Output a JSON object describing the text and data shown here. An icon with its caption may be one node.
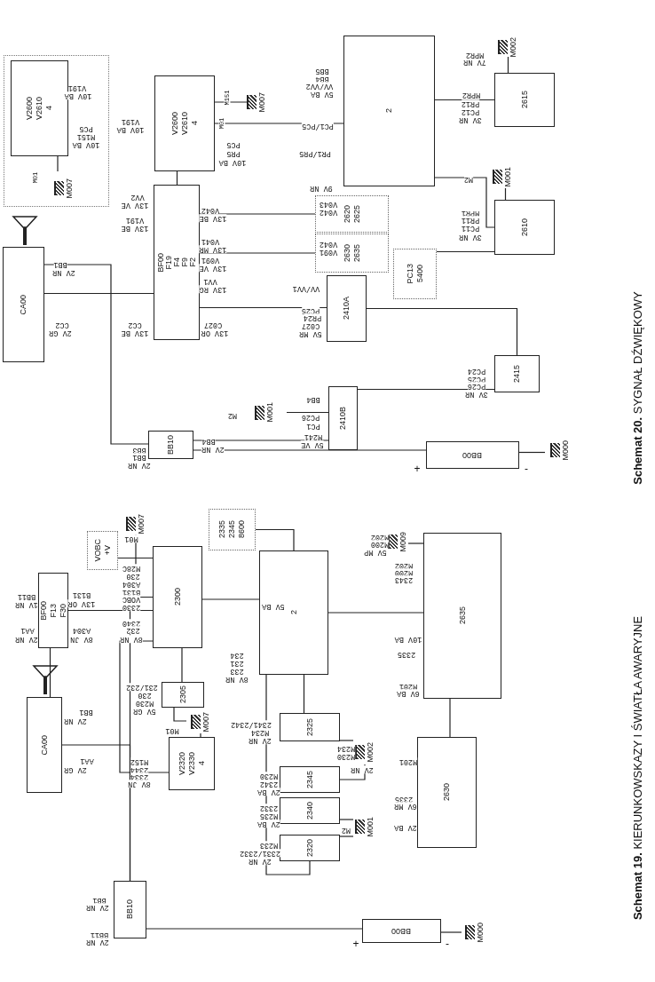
{
  "diagram": {
    "nodes": [
      {
        "text": [
          "V2600",
          "V2610",
          "4"
        ]
      },
      {
        "text": [
          "M007"
        ]
      },
      {
        "text": [
          "V2600",
          "V2610",
          "4"
        ]
      },
      {
        "text": [
          "M007"
        ]
      },
      {
        "text": [
          "2"
        ]
      },
      {
        "text": [
          "M002"
        ]
      },
      {
        "text": [
          "2615"
        ]
      },
      {
        "text": [
          "M001"
        ]
      },
      {
        "text": [
          "2610"
        ]
      },
      {
        "text": [
          "CA00"
        ]
      },
      {
        "text": [
          "BF00",
          "F19",
          "F4",
          "F9",
          "F2"
        ]
      },
      {
        "text": [
          "2620",
          "2625"
        ]
      },
      {
        "text": [
          "2630",
          "2635"
        ]
      },
      {
        "text": [
          "PC13",
          "5400"
        ]
      },
      {
        "text": [
          "2410A"
        ]
      },
      {
        "text": [
          "2410B"
        ]
      },
      {
        "text": [
          "M001"
        ]
      },
      {
        "text": [
          "2415"
        ]
      },
      {
        "text": [
          "BB10"
        ]
      },
      {
        "text": [
          "BB00"
        ],
        "beside": [
          "+",
          "-"
        ]
      },
      {
        "text": [
          "M000"
        ]
      },
      {
        "text": [
          "BF00",
          "F13",
          "F30"
        ]
      },
      {
        "text": [
          "M007"
        ]
      },
      {
        "text": [
          "VOBC",
          "+V"
        ]
      },
      {
        "text": [
          "2300"
        ]
      },
      {
        "text": [
          "2335",
          "2345",
          "8600"
        ]
      },
      {
        "text": [
          "2"
        ]
      },
      {
        "text": [
          "2635"
        ]
      },
      {
        "text": [
          "M009"
        ]
      },
      {
        "text": [
          "2305"
        ]
      },
      {
        "text": [
          "M007"
        ]
      },
      {
        "text": [
          "CA00"
        ]
      },
      {
        "text": [
          "V2320",
          "V2330",
          "4"
        ]
      },
      {
        "text": [
          "2325"
        ]
      },
      {
        "text": [
          "2345"
        ]
      },
      {
        "text": [
          "2340"
        ]
      },
      {
        "text": [
          "2320"
        ]
      },
      {
        "text": [
          "M002"
        ]
      },
      {
        "text": [
          "M001"
        ]
      },
      {
        "text": [
          "2630"
        ]
      },
      {
        "text": [
          "BB10"
        ]
      },
      {
        "text": [
          "BB00"
        ],
        "beside": [
          "+",
          "-"
        ]
      },
      {
        "text": [
          "M000"
        ]
      }
    ],
    "edges": [
      {
        "from": 0,
        "to": 1,
        "arrow": "none"
      },
      {
        "from": 2,
        "to": 3,
        "arrow": "none"
      },
      {
        "from": 2,
        "to": 10,
        "arrow": "none"
      },
      {
        "from": 9,
        "to": 10,
        "arrow": "none"
      },
      {
        "from": 9,
        "to": 18,
        "arrow": "none"
      },
      {
        "from": 10,
        "to": 14,
        "arrow": "none"
      },
      {
        "from": 10,
        "to": 11,
        "arrow": "none"
      },
      {
        "from": 10,
        "to": 12,
        "arrow": "none"
      },
      {
        "from": 18,
        "to": 15,
        "arrow": "none"
      },
      {
        "from": 18,
        "to": 19,
        "arrow": "none"
      },
      {
        "from": 19,
        "to": 20,
        "arrow": "none"
      },
      {
        "from": 15,
        "to": 16,
        "arrow": "none"
      },
      {
        "from": 15,
        "to": 17,
        "arrow": "none"
      },
      {
        "from": 14,
        "to": 17,
        "arrow": "none"
      },
      {
        "from": 4,
        "to": 2,
        "arrow": "none"
      },
      {
        "from": 4,
        "to": 6,
        "arrow": "none"
      },
      {
        "from": 4,
        "to": 8,
        "arrow": "none"
      },
      {
        "from": 6,
        "to": 5,
        "arrow": "none"
      },
      {
        "from": 8,
        "to": 7,
        "arrow": "none"
      },
      {
        "from": 13,
        "to": 8,
        "arrow": "none"
      },
      {
        "from": 21,
        "to": 31,
        "arrow": "none"
      },
      {
        "from": 31,
        "to": 40,
        "arrow": "none"
      },
      {
        "from": 21,
        "to": 40,
        "arrow": "none"
      },
      {
        "from": 40,
        "to": 41,
        "arrow": "none"
      },
      {
        "from": 41,
        "to": 42,
        "arrow": "none"
      },
      {
        "from": 21,
        "to": 24,
        "arrow": "none"
      },
      {
        "from": 24,
        "to": 22,
        "arrow": "none"
      },
      {
        "from": 23,
        "to": 24,
        "arrow": "none"
      },
      {
        "from": 24,
        "to": 29,
        "arrow": "none"
      },
      {
        "from": 29,
        "to": 30,
        "arrow": "none"
      },
      {
        "from": 32,
        "to": 30,
        "arrow": "none"
      },
      {
        "from": 24,
        "to": 32,
        "arrow": "none"
      },
      {
        "from": 24,
        "to": 26,
        "arrow": "none"
      },
      {
        "from": 26,
        "to": 33,
        "arrow": "none"
      },
      {
        "from": 26,
        "to": 36,
        "arrow": "none"
      },
      {
        "from": 33,
        "to": 37,
        "arrow": "none"
      },
      {
        "from": 34,
        "to": 37,
        "arrow": "none"
      },
      {
        "from": 35,
        "to": 38,
        "arrow": "none"
      },
      {
        "from": 36,
        "to": 38,
        "arrow": "none"
      },
      {
        "from": 26,
        "to": 27,
        "arrow": "none"
      },
      {
        "from": 27,
        "to": 28,
        "arrow": "none"
      },
      {
        "from": 27,
        "to": 39,
        "arrow": "none"
      },
      {
        "from": 25,
        "to": 26,
        "arrow": "none"
      }
    ],
    "labels": [
      "**Schemat 20.** SYGNAŁ DŹWIĘKOWY",
      "**Schemat 19.** KIERUNKOWSKAZY I ŚWIATŁA AWARYJNE",
      "V191",
      "10V BA",
      "PC5",
      "M151",
      "10V BA",
      "M01",
      "V191",
      "10V BA",
      "M151",
      "M01",
      "PC5",
      "PR5",
      "10V BA",
      "BB5",
      "BB4",
      "VV/VV2",
      "5V BA",
      "PC1/PC5",
      "PR1/PR5",
      "9V NR",
      "7V NR",
      "MPR2",
      "MPR2",
      "PR12",
      "PC12",
      "3V NR",
      "M2",
      "MPR1",
      "PR11",
      "PC11",
      "3V NR",
      "VV2",
      "13V VE",
      "V191",
      "13V BE",
      "V042",
      "13V BE",
      "V041",
      "13V MR",
      "V091",
      "13V VE",
      "VV1",
      "13V RG",
      "V043",
      "V042",
      "V042",
      "V091",
      "BB1",
      "2V NR",
      "CC2",
      "2V GR",
      "CC2",
      "13V BE",
      "C027",
      "13V OR",
      "VV/VV1",
      "PC25",
      "PR24",
      "C027",
      "5V MR",
      "BB3",
      "BB1",
      "2V NR",
      "BB4",
      "2V NR",
      "BB4",
      "PC26",
      "PC1",
      "M241",
      "5V VE",
      "M2",
      "PC24",
      "PC25",
      "PC26",
      "3V NR",
      "BB11",
      "1V NR",
      "AA1",
      "2V NR",
      "B131",
      "13V OR",
      "A304",
      "8V JN",
      "M01",
      "M28C",
      "230",
      "A304",
      "B131",
      "VOBC",
      "2330",
      "2340",
      "232",
      "8V NR",
      "5V BA",
      "234",
      "231",
      "233",
      "8V NR",
      "231/232",
      "230",
      "M230",
      "5V GR",
      "M01",
      "BB1",
      "2V NR",
      "AA1",
      "2V GR",
      "M152",
      "2344",
      "2334",
      "8V JN",
      "2341/2342",
      "M234",
      "2V NR",
      "M230",
      "2342",
      "2V BA",
      "2332",
      "M235",
      "2V BA",
      "M233",
      "2331/2332",
      "2V NR",
      "M234",
      "M230",
      "2V NR",
      "M2",
      "M202",
      "M200",
      "5V MP",
      "M202",
      "M200",
      "2343",
      "10V BA",
      "2335",
      "M201",
      "6V BA",
      "M201",
      "2335",
      "6V MR",
      "2V BA",
      "BB1",
      "2V NR",
      "BB11",
      "2V NR"
    ]
  }
}
